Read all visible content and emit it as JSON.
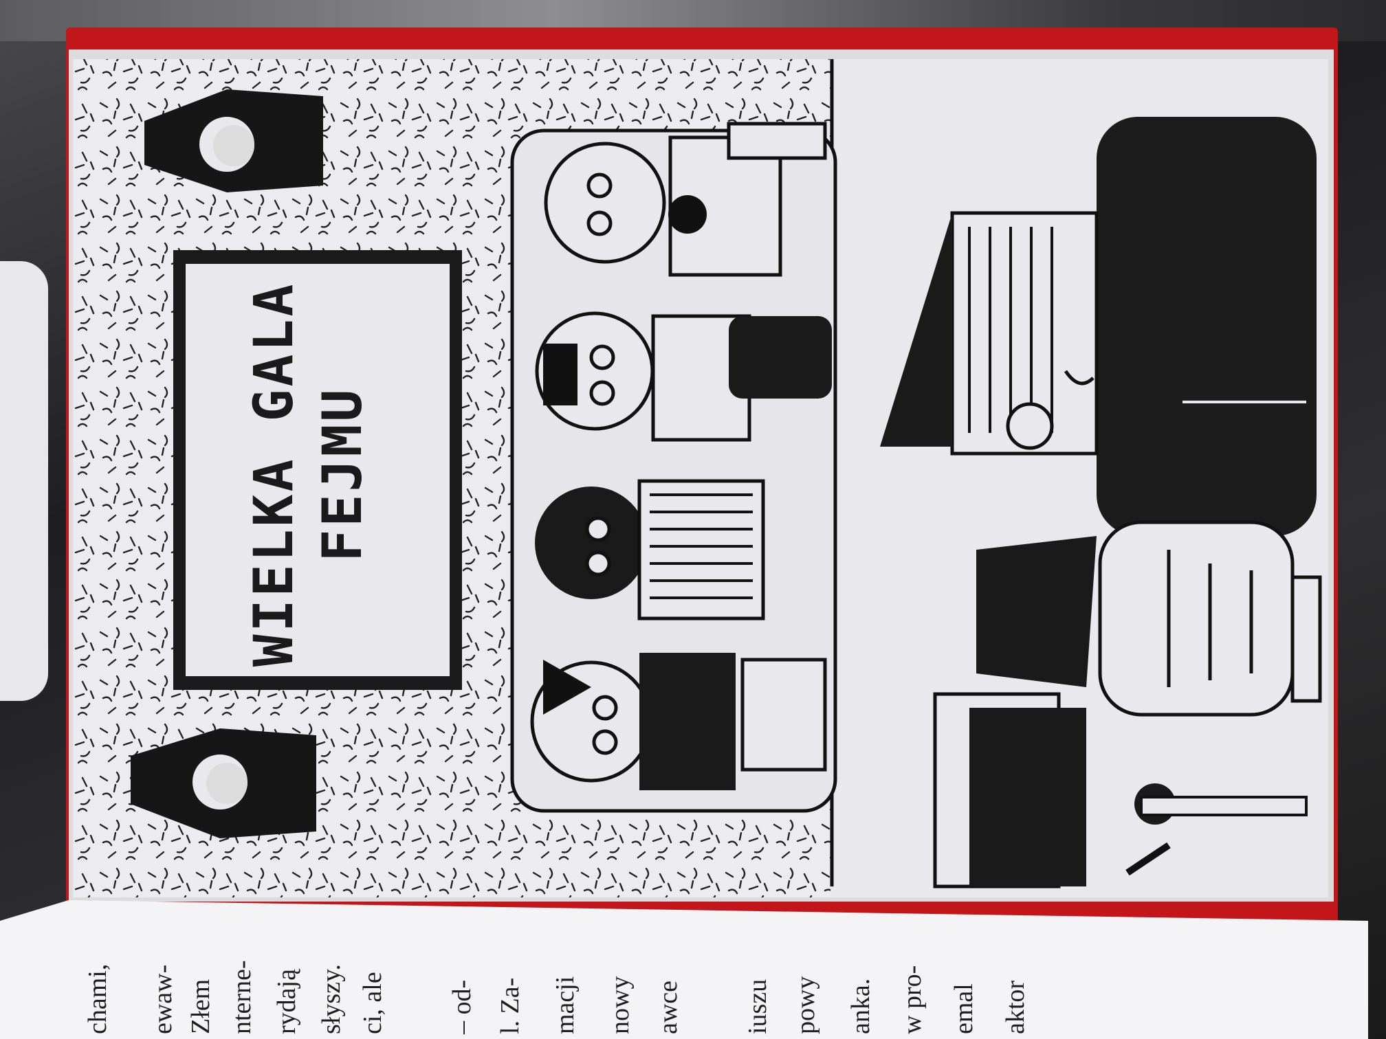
{
  "illustration": {
    "sign_line1": "WIELKA GALA",
    "sign_line2": "FEJMU"
  },
  "lower_page_fragments": [
    "chami,",
    "ewaw-",
    "Złem",
    "nterne-",
    "rydają",
    "słyszy.",
    "ci, ale",
    "– od-",
    "l. Za-",
    "macji",
    "nowy",
    "awce",
    "iuszu",
    "powy",
    "anka.",
    "w pro-",
    "emal",
    "aktor"
  ],
  "colors": {
    "ink": "#111111",
    "paper": "#e9e9ed",
    "cover": "#c2161b"
  }
}
